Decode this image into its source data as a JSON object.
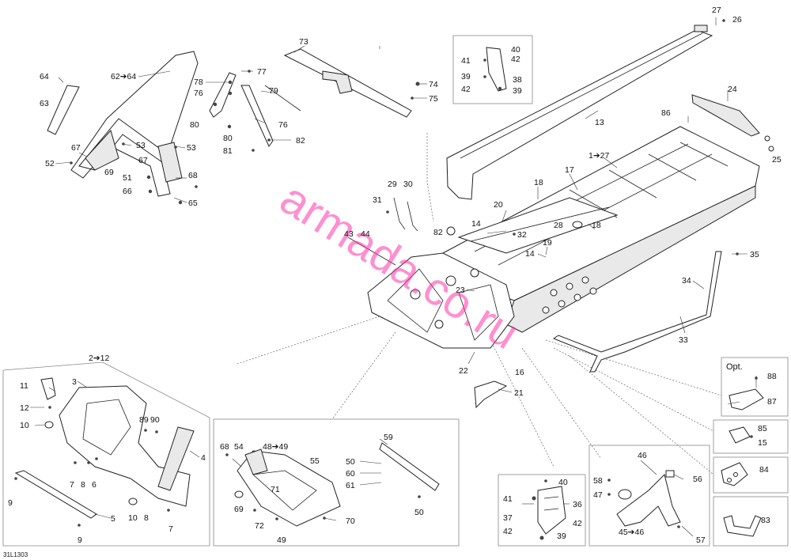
{
  "watermark": "armada.co.ru",
  "figure_code": "31L1303",
  "option_label": "Opt.",
  "colors": {
    "watermark": "#ff33aa",
    "line": "#222222",
    "box": "#888888"
  },
  "callouts": {
    "c27": "27",
    "c26": "26",
    "c24": "24",
    "c25": "25",
    "c86": "86",
    "c13": "13",
    "c1to27": "1➔27",
    "c40a": "40",
    "c41a": "41",
    "c42a": "42",
    "c39a": "39",
    "c38": "38",
    "c42b": "42",
    "c39b": "39",
    "c73": "73",
    "c74": "74",
    "c75": "75",
    "c78": "78",
    "c77": "77",
    "c76a": "76",
    "c79": "79",
    "c80a": "80",
    "c76b": "76",
    "c80b": "80",
    "c81": "81",
    "c82a": "82",
    "c64a": "64",
    "c62to64": "62➔64",
    "c63": "63",
    "c67a": "67",
    "c53a": "53",
    "c53b": "53",
    "c52": "52",
    "c69": "69",
    "c67b": "67",
    "c51": "51",
    "c68": "68",
    "c66": "66",
    "c65": "65",
    "c29": "29",
    "c30": "30",
    "c31": "31",
    "c82b": "82",
    "c43": "43",
    "c44": "44",
    "c18a": "18",
    "c17": "17",
    "c20": "20",
    "c14a": "14",
    "c32": "32",
    "c28": "28",
    "c18b": "18",
    "c19": "19",
    "c14b": "14",
    "c23": "23",
    "c22": "22",
    "c16": "16",
    "c21": "21",
    "c35": "35",
    "c34": "34",
    "c33": "33",
    "c2to12": "2➔12",
    "c11": "11",
    "c3": "3",
    "c12": "12",
    "c10a": "10",
    "c89": "89",
    "c90": "90",
    "c4": "4",
    "c7a": "7",
    "c8a": "8",
    "c6": "6",
    "c9a": "9",
    "c5": "5",
    "c10b": "10",
    "c8b": "8",
    "c7b": "7",
    "c9b": "9",
    "c68b": "68",
    "c54": "54",
    "c48to49": "48➔49",
    "c55": "55",
    "c71": "71",
    "c69b": "69",
    "c72": "72",
    "c70": "70",
    "c49": "49",
    "c59": "59",
    "c50a": "50",
    "c60": "60",
    "c61": "61",
    "c50b": "50",
    "c40b": "40",
    "c41b": "41",
    "c36": "36",
    "c37": "37",
    "c42c": "42",
    "c42d": "42",
    "c39c": "39",
    "c46": "46",
    "c58": "58",
    "c56": "56",
    "c47": "47",
    "c45to46": "45➔46",
    "c57": "57",
    "c88": "88",
    "c87": "87",
    "c85": "85",
    "c15": "15",
    "c84": "84",
    "c83": "83"
  }
}
